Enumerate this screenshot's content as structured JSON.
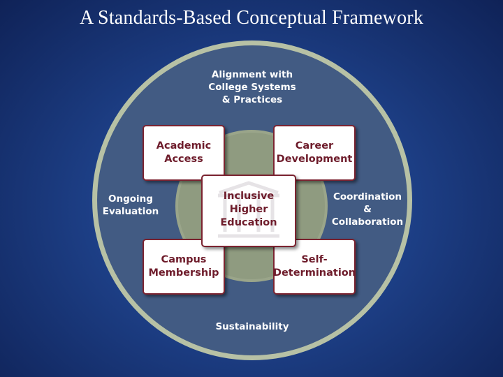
{
  "title": "A Standards-Based Conceptual Framework",
  "ring_labels": {
    "top": "Alignment with\nCollege Systems\n& Practices",
    "left": "Ongoing\nEvaluation",
    "right": "Coordination\n&\nCollaboration",
    "bottom": "Sustainability"
  },
  "boxes": {
    "top_left": "Academic\nAccess",
    "top_right": "Career\nDevelopment",
    "bottom_left": "Campus\nMembership",
    "bottom_right": "Self-\nDetermination"
  },
  "center": "Inclusive\nHigher\nEducation",
  "colors": {
    "background": "#1d3f86",
    "outer_circle": "#425b83",
    "outer_ring": "#b7c1a5",
    "inner_circle": "#9aa58a",
    "box_text": "#6e1c2b",
    "box_border": "#7b2330"
  },
  "icons": [
    "building-icon"
  ]
}
